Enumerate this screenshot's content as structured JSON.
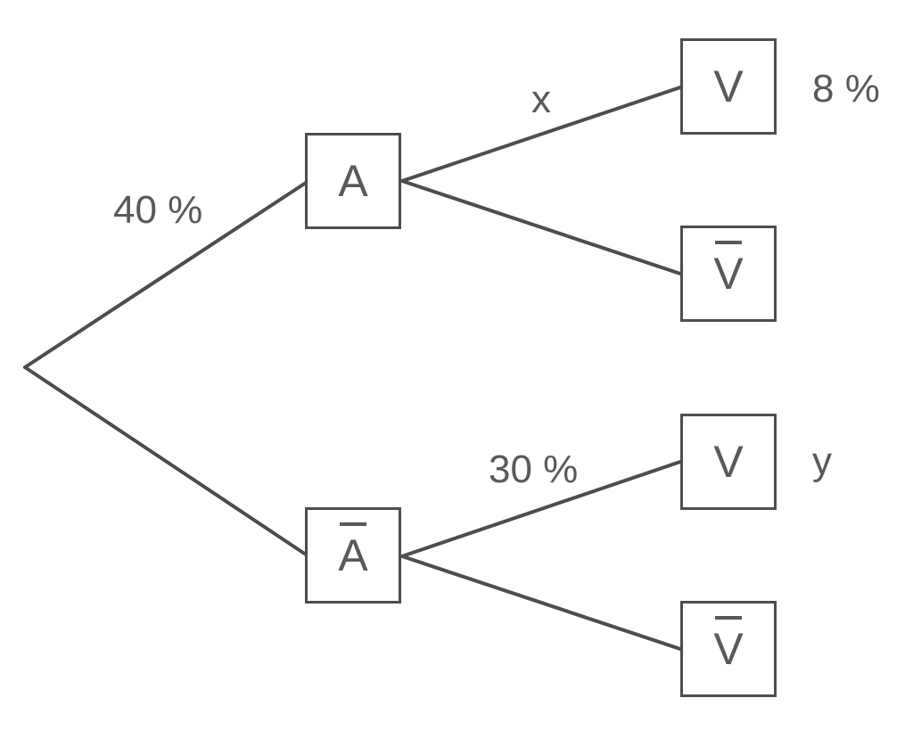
{
  "nodes": {
    "a": "A",
    "a_bar": "A",
    "a_v": "V",
    "a_v_bar": "V",
    "abar_v": "V",
    "abar_v_bar": "V"
  },
  "edge_labels": {
    "root_to_a": "40 %",
    "a_to_v": "x",
    "abar_to_v": "30 %"
  },
  "leaf_labels": {
    "a_v": "8 %",
    "abar_v": "y"
  },
  "colors": {
    "line": "#4d4d4d",
    "text": "#595959"
  }
}
